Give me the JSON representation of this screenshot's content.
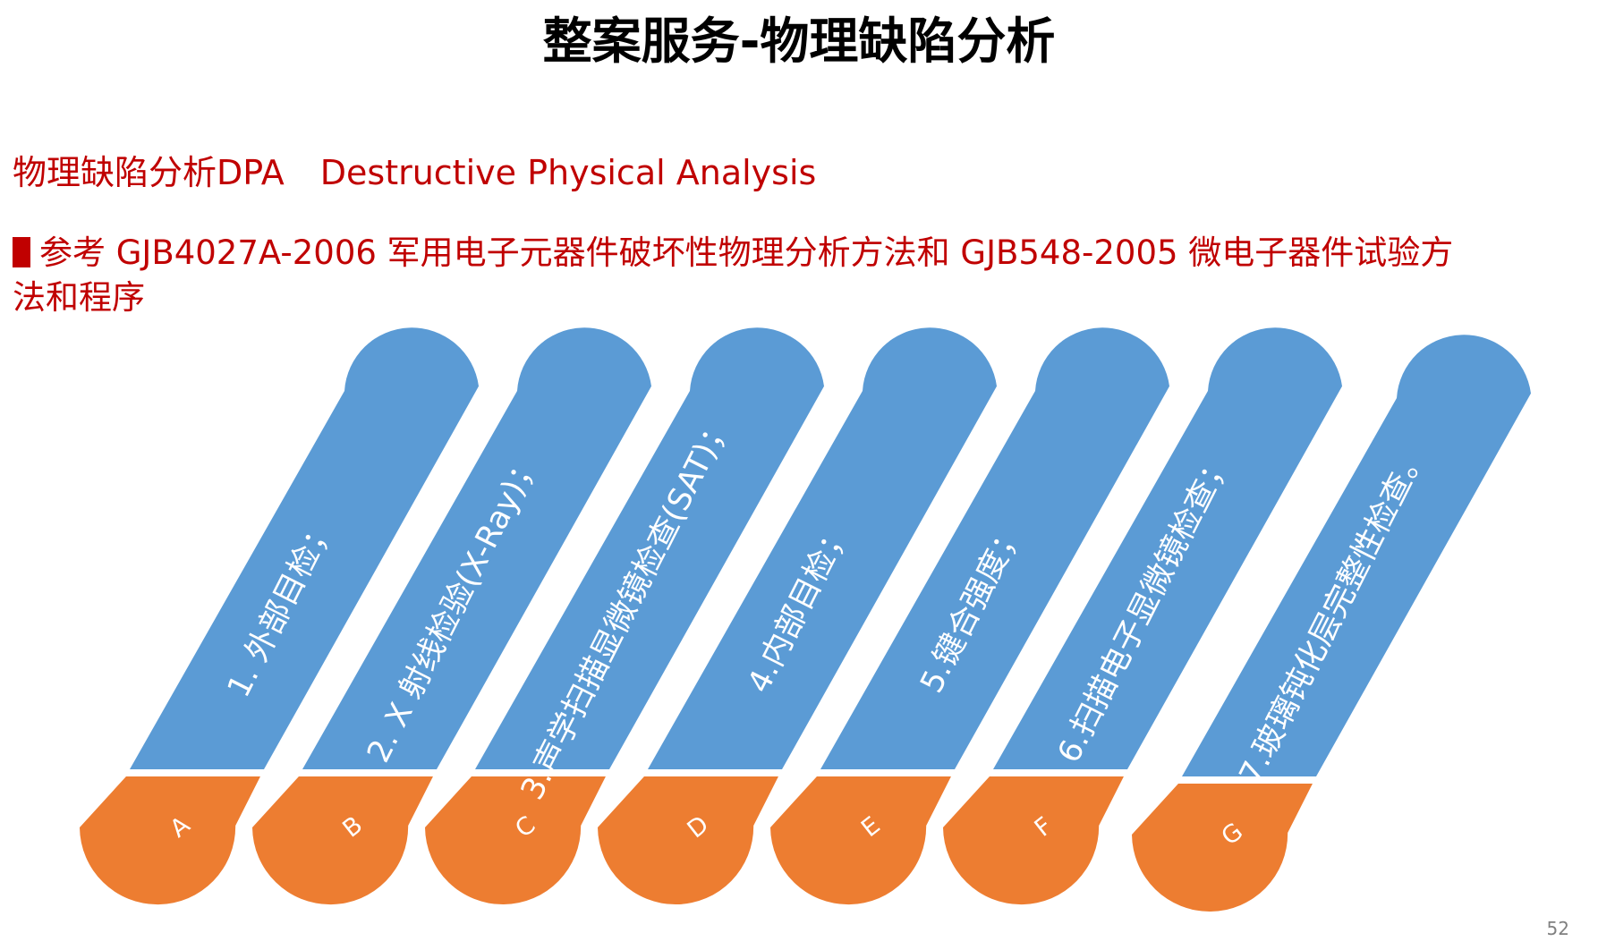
{
  "slide": {
    "title": "整案服务-物理缺陷分析",
    "subtitle_cn": "物理缺陷分析DPA",
    "subtitle_en": "Destructive Physical Analysis",
    "reference": "参考 GJB4027A-2006 军用电子元器件破坏性物理分析方法和 GJB548-2005 微电子器件试验方法和程序",
    "page_number": "52"
  },
  "steps": [
    {
      "letter": "A",
      "label": "1. 外部目检；"
    },
    {
      "letter": "B",
      "label": "2. X 射线检验(X-Ray)；"
    },
    {
      "letter": "C",
      "label": "3.声学扫描显微镜检查(SAT)；"
    },
    {
      "letter": "D",
      "label": "4.内部目检；"
    },
    {
      "letter": "E",
      "label": "5.键合强度；"
    },
    {
      "letter": "F",
      "label": "6.扫描电子显微镜检查；"
    },
    {
      "letter": "G",
      "label": "7.玻璃钝化层完整性检查。"
    }
  ],
  "colors": {
    "blue": "#5b9bd5",
    "orange": "#ed7d31",
    "red": "#c00000"
  }
}
